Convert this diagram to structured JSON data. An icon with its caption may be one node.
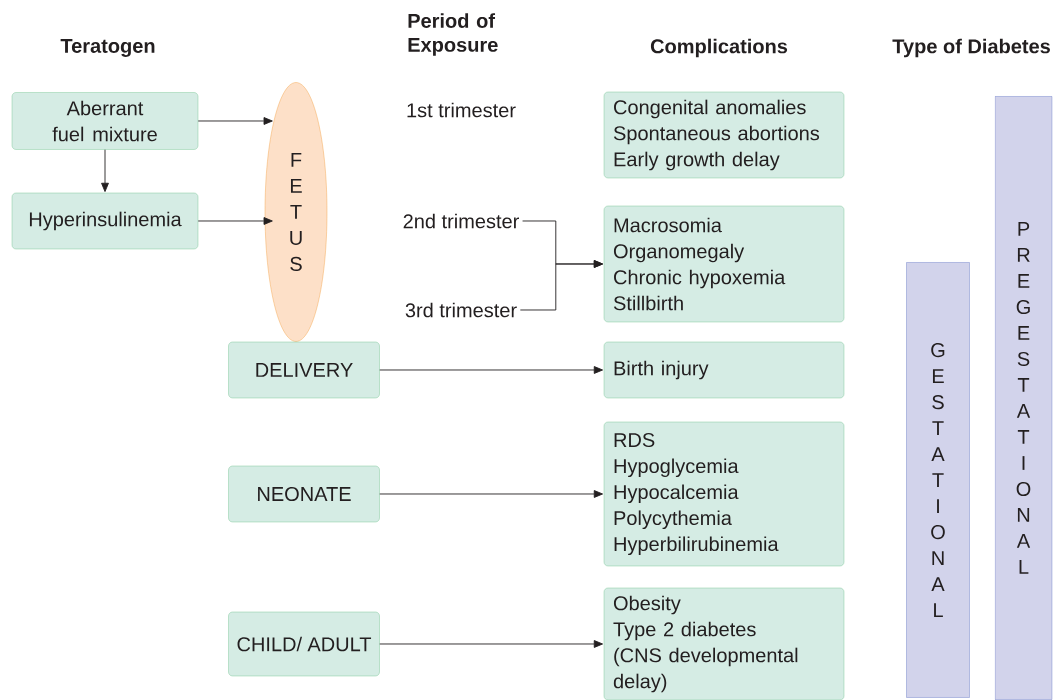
{
  "diagram": {
    "nodes": [
      {
        "text": [
          "Aberrant fuel mixture"
        ]
      },
      {
        "text": [
          "Hyperinsulinemia"
        ]
      },
      {
        "text": [
          "F E T U S"
        ]
      },
      {
        "text": [
          "DELIVERY"
        ]
      },
      {
        "text": [
          "NEONATE"
        ]
      },
      {
        "text": [
          "CHILD/ ADULT"
        ]
      },
      {
        "text": [
          "1st trimester"
        ]
      },
      {
        "text": [
          "2nd trimester"
        ]
      },
      {
        "text": [
          "3rd trimester"
        ]
      },
      {
        "text": [
          "Congenital anomalies",
          "Spontaneous abortions",
          "Early growth delay"
        ]
      },
      {
        "text": [
          "Macrosomia",
          "Organomegaly",
          "Chronic hypoxemia",
          "Stillbirth"
        ]
      },
      {
        "text": [
          "Birth injury"
        ]
      },
      {
        "text": [
          "RDS",
          "Hypoglycemia",
          "Hypocalcemia",
          "Polycythemia",
          "Hyperbilirubinemia"
        ]
      },
      {
        "text": [
          "Obesity",
          "Type 2 diabetes",
          "(CNS developmental delay)"
        ]
      },
      {
        "text": [
          "G E S T A T I O N A L"
        ]
      },
      {
        "text": [
          "P R E G E S T A T I O N A L"
        ]
      }
    ],
    "edges": [
      {
        "from": 0,
        "to": 2,
        "arrow": "to"
      },
      {
        "from": 0,
        "to": 1,
        "arrow": "to"
      },
      {
        "from": 1,
        "to": 2,
        "arrow": "to"
      },
      {
        "from": 7,
        "to": 10,
        "arrow": "to"
      },
      {
        "from": 8,
        "to": 10,
        "arrow": "to"
      },
      {
        "from": 3,
        "to": 11,
        "arrow": "to"
      },
      {
        "from": 4,
        "to": 12,
        "arrow": "to"
      },
      {
        "from": 5,
        "to": 13,
        "arrow": "to"
      }
    ],
    "labels": [
      "Teratogen",
      "Period of Exposure",
      "Complications",
      "Type of Diabetes"
    ]
  }
}
